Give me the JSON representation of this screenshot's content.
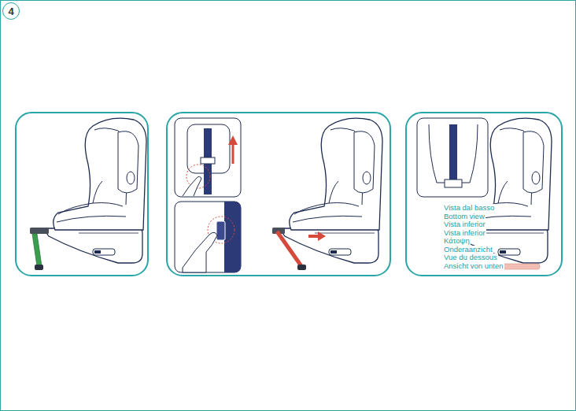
{
  "diagram": {
    "nodes": [
      {
        "text": [
          "4"
        ]
      }
    ],
    "labels": [
      "Vista dal basso",
      "Bottom view",
      "Vista inferior",
      "Vista inferior",
      "Κάτοψη",
      "Onderaanzicht",
      "Vue du dessous",
      "Ansicht von unten"
    ]
  }
}
